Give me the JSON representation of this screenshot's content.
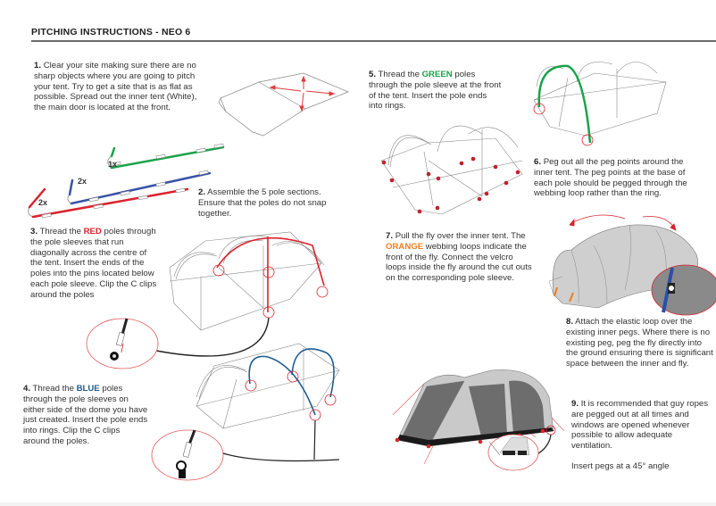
{
  "header": {
    "title": "PITCHING INSTRUCTIONS - NEO 6"
  },
  "colors": {
    "red": "#d9232d",
    "green": "#1aa24a",
    "blue": "#1e5d8f",
    "orange": "#f07d1a",
    "rule": "#6b6b6b"
  },
  "steps": [
    {
      "number": "1.",
      "text": "Clear your site making sure there are no sharp objects where you are going to pitch your tent. Try to get a site that is as flat as possible. Spread out the inner tent (White), the main door is located at the front."
    },
    {
      "number": "2.",
      "text": "Assemble the 5 pole sections. Ensure that the poles do not snap together.",
      "pole_labels": [
        "1x",
        "2x",
        "2x"
      ]
    },
    {
      "number": "3.",
      "pre": "Thread the",
      "keyword": "RED",
      "text": "poles through the pole sleeves that run diagonally across the centre of the tent. Insert the ends of the poles into the pins located below each pole sleeve. Clip the C clips around the poles"
    },
    {
      "number": "4.",
      "pre": "Thread the",
      "keyword": "BLUE",
      "text": "poles through the pole sleeves on either side of the dome you have just created.  Insert the pole ends into rings. Clip the C clips around the poles."
    },
    {
      "number": "5.",
      "pre": "Thread the",
      "keyword": "GREEN",
      "text": "poles through the pole sleeve at the front of the tent.  Insert the pole ends into rings."
    },
    {
      "number": "6.",
      "text": "Peg out all the peg points around the inner tent. The peg points at the base of each pole should be pegged through the webbing loop rather than the ring."
    },
    {
      "number": "7.",
      "pre": "Pull the fly over the inner tent. The",
      "keyword": "ORANGE",
      "text": "webbing loops indicate the front of the fly. Connect the velcro loops inside the fly around the cut outs on the corresponding pole sleeve."
    },
    {
      "number": "8.",
      "text": "Attach the elastic loop over the existing inner pegs. Where there is no existing peg, peg the fly directly into the ground ensuring there is significant space between the inner and fly."
    },
    {
      "number": "9.",
      "text": "It is recommended that guy ropes are pegged out at all times and windows are opened whenever possible to allow adequate ventilation.",
      "note": "Insert pegs at a 45° angle"
    }
  ]
}
